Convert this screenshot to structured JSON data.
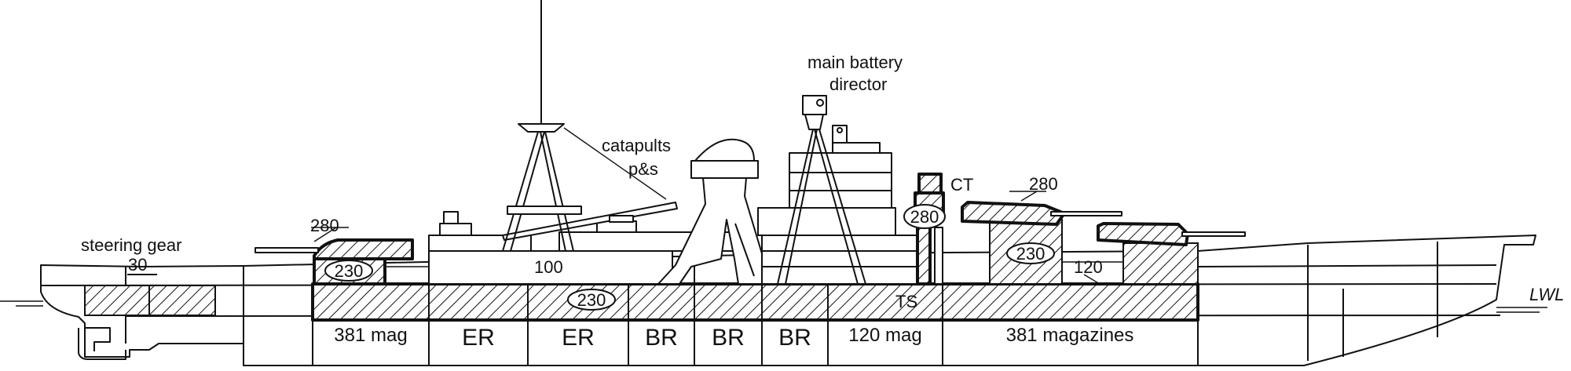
{
  "labels": {
    "steering_gear": "steering gear",
    "steering_armor": "30",
    "aft_turret_roof": "280",
    "aft_barbette": "230",
    "belt_upper": "100",
    "belt_main": "230",
    "catapults_line1": "catapults",
    "catapults_line2": "p&s",
    "director_line1": "main battery",
    "director_line2": "director",
    "ct": "CT",
    "ct_armor": "280",
    "ts": "TS",
    "fwd_turret_roof": "280",
    "fwd_barbette": "230",
    "fwd_deck": "120",
    "waterline": "LWL"
  },
  "compartments": [
    {
      "label": "381 mag",
      "size": "md"
    },
    {
      "label": "ER",
      "size": "lg"
    },
    {
      "label": "ER",
      "size": "lg"
    },
    {
      "label": "BR",
      "size": "lg"
    },
    {
      "label": "BR",
      "size": "lg"
    },
    {
      "label": "BR",
      "size": "lg"
    },
    {
      "label": "120 mag",
      "size": "md"
    },
    {
      "label": "381 magazines",
      "size": "md"
    }
  ]
}
